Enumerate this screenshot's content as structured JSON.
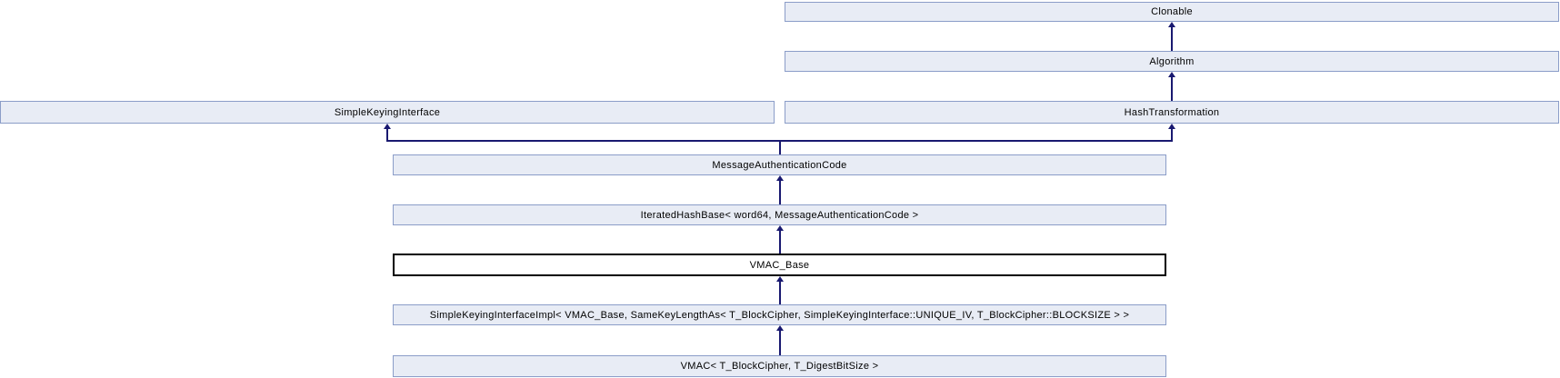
{
  "diagram": {
    "type": "class-inheritance-graph",
    "current_class": "VMAC_Base",
    "colors": {
      "background": "#ffffff",
      "node_fill": "#e8ecf5",
      "node_border": "#8b9dc8",
      "current_node_fill": "#ffffff",
      "current_node_border": "#000000",
      "arrow": "#191970",
      "text": "#000000"
    },
    "nodes": {
      "clonable": {
        "label": "Clonable"
      },
      "algorithm": {
        "label": "Algorithm"
      },
      "simple_keying_interface": {
        "label": "SimpleKeyingInterface"
      },
      "hash_transformation": {
        "label": "HashTransformation"
      },
      "message_authentication_code": {
        "label": "MessageAuthenticationCode"
      },
      "iterated_hash_base": {
        "label": "IteratedHashBase< word64, MessageAuthenticationCode >"
      },
      "vmac_base": {
        "label": "VMAC_Base",
        "current": true
      },
      "simple_keying_interface_impl": {
        "label": "SimpleKeyingInterfaceImpl< VMAC_Base, SameKeyLengthAs< T_BlockCipher, SimpleKeyingInterface::UNIQUE_IV, T_BlockCipher::BLOCKSIZE > >"
      },
      "vmac": {
        "label": "VMAC< T_BlockCipher, T_DigestBitSize >"
      }
    },
    "edges": [
      {
        "from": "algorithm",
        "to": "clonable"
      },
      {
        "from": "hash_transformation",
        "to": "algorithm"
      },
      {
        "from": "message_authentication_code",
        "to": "simple_keying_interface"
      },
      {
        "from": "message_authentication_code",
        "to": "hash_transformation"
      },
      {
        "from": "iterated_hash_base",
        "to": "message_authentication_code"
      },
      {
        "from": "vmac_base",
        "to": "iterated_hash_base"
      },
      {
        "from": "simple_keying_interface_impl",
        "to": "vmac_base"
      },
      {
        "from": "vmac",
        "to": "simple_keying_interface_impl"
      }
    ]
  }
}
